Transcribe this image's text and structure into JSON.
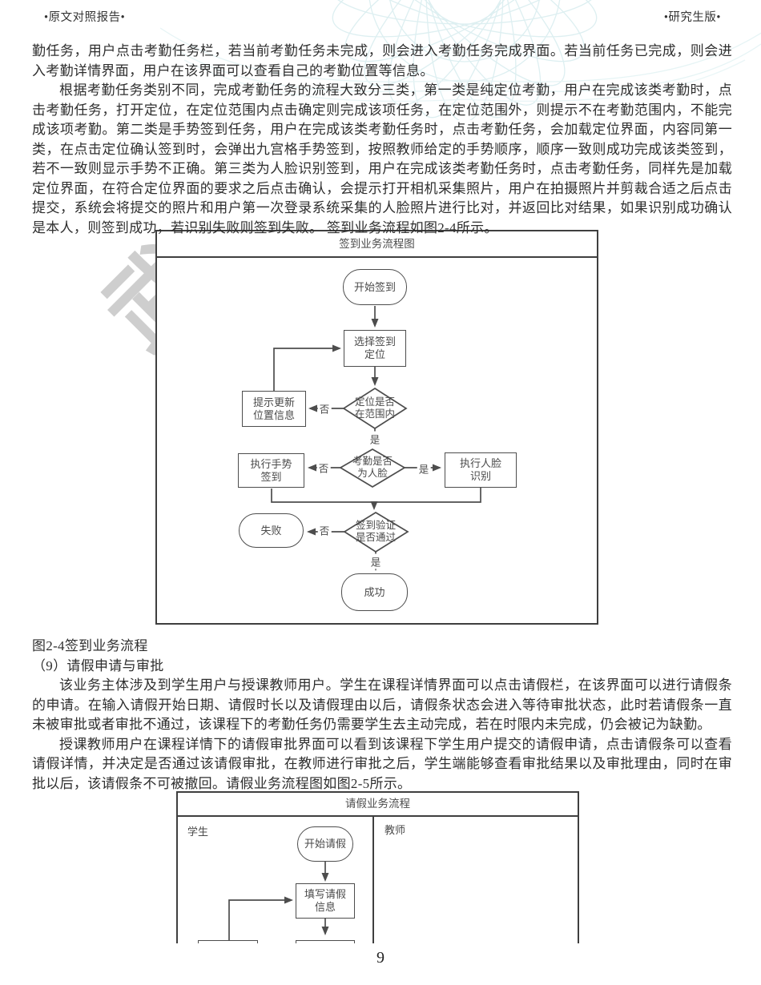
{
  "header": {
    "left": "•原文对照报告•",
    "right": "•研究生版•"
  },
  "body": {
    "p1": "勤任务，用户点击考勤任务栏，若当前考勤任务未完成，则会进入考勤任务完成界面。若当前任务已完成，则会进入考勤详情界面，用户在该界面可以查看自己的考勤位置等信息。",
    "p2": "根据考勤任务类别不同，完成考勤任务的流程大致分三类，第一类是纯定位考勤，用户在完成该类考勤时，点击考勤任务，打开定位，在定位范围内点击确定则完成该项任务，在定位范围外，则提示不在考勤范围内，不能完成该项考勤。第二类是手势签到任务，用户在完成该类考勤任务时，点击考勤任务，会加载定位界面，内容同第一类，在点击定位确认签到时，会弹出九宫格手势签到，按照教师给定的手势顺序，顺序一致则成功完成该类签到，若不一致则显示手势不正确。第三类为人脸识别签到，用户在完成该类考勤任务时，点击考勤任务，同样先是加载定位界面，在符合定位界面的要求之后点击确认，会提示打开相机采集照片，用户在拍摄照片并剪裁合适之后点击提交，系统会将提交的照片和用户第一次登录系统采集的人脸照片进行比对，并返回比对结果，如果识别成功确认是本人，则签到成功，若识别失败则签到失败。 签到业务流程如图2-4所示。",
    "caption_fig24": "图2-4签到业务流程",
    "heading_item9": "（9）请假申请与审批",
    "p3": "该业务主体涉及到学生用户与授课教师用户。学生在课程详情界面可以点击请假栏，在该界面可以进行请假条的申请。在输入请假开始日期、请假时长以及请假理由以后，请假条状态会进入等待审批状态，此时若请假条一直未被审批或者审批不通过，该课程下的考勤任务仍需要学生去主动完成，若在时限内未完成，仍会被记为缺勤。",
    "p4": "授课教师用户在课程详情下的请假审批界面可以看到该课程下学生用户提交的请假申请，点击请假条可以查看请假详情，并决定是否通过该请假审批，在教师进行审批之后，学生端能够查看审批结果以及审批理由，同时在审批以后，该请假条不可被撤回。请假业务流程图如图2-5所示。"
  },
  "watermark_text": "武",
  "flowchart_signin": {
    "title": "签到业务流程图",
    "nodes": {
      "start": "开始签到",
      "select_location": "选择签到\n定位",
      "location_in_range": "定位是否\n在范围内",
      "prompt_update": "提示更新\n位置信息",
      "is_face": "考勤是否\n为人脸",
      "gesture_sign": "执行手势\n签到",
      "face_recog": "执行人脸\n识别",
      "verify_pass": "签到验证\n是否通过",
      "fail": "失败",
      "success": "成功"
    },
    "edge_labels": {
      "yes": "是",
      "no": "否"
    }
  },
  "flowchart_leave": {
    "title": "请假业务流程",
    "lanes": {
      "student": "学生",
      "teacher": "教师"
    },
    "nodes": {
      "start": "开始请假",
      "fill_info": "填写请假\n信息"
    }
  },
  "footer": {
    "page_number": "9"
  },
  "colors": {
    "chart_stroke": "#4d4d4d",
    "pattern_teal": "#ddeff1",
    "watermark_gray": "#c6c6c6"
  }
}
